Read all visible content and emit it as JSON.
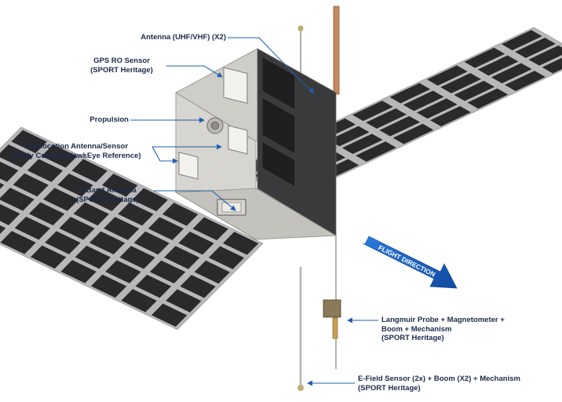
{
  "labels": {
    "antenna": "Antenna (UHF/VHF) (X2)",
    "gps_line1": "GPS RO Sensor",
    "gps_line2": "(SPORT Heritage)",
    "propulsion": "Propulsion",
    "geo_line1": "Geolocation Antenna/Sensor",
    "geo_line2": "(Early Concept/HawkEye Reference)",
    "xband_line1": "X-Band Antenna",
    "xband_line2": "(SPORT Heritage)",
    "langmuir_line1": "Langmuir Probe + Magnetometer +",
    "langmuir_line2": "Boom + Mechanism",
    "langmuir_line3": "(SPORT Heritage)",
    "efield_line1": "E-Field Sensor (2x) + Boom (X2) + Mechanism",
    "efield_line2": "(SPORT Heritage)"
  },
  "flight_direction": "FLIGHT DIRECTION",
  "colors": {
    "callout": "#1f5fae",
    "text": "#1b2a4a",
    "arrow": "#1a5db6",
    "panel_cell": "#2a2a2c",
    "panel_frame": "#9a9a9c",
    "bus": "#d4d2cc"
  }
}
